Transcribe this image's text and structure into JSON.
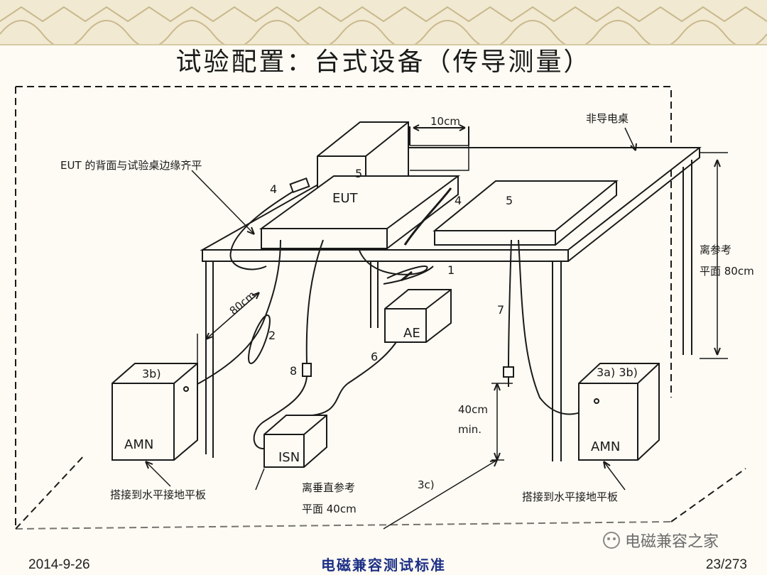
{
  "slide": {
    "title": "试验配置：台式设备（传导测量）",
    "date": "2014-9-26",
    "subject": "电磁兼容测试标准",
    "page": "23/273",
    "watermark": "电磁兼容之家"
  },
  "diagram": {
    "labels": {
      "eut_back_flush": "EUT 的背面与试验桌边缘齐平",
      "non_conductive_table": "非导电桌",
      "dist_10cm": "10cm",
      "eut": "EUT",
      "num_5_eut": "5",
      "num_5_table": "5",
      "num_4_left": "4",
      "num_4_right": "4",
      "num_1": "1",
      "num_2": "2",
      "num_7": "7",
      "num_8": "8",
      "num_6": "6",
      "dist_80cm": "80cm",
      "vert_ref_80_line1": "离参考",
      "vert_ref_80_line2": "平面 80cm",
      "ae": "AE",
      "amn_left_tag": "3b)",
      "amn_left": "AMN",
      "amn_right_tag": "3a) 3b)",
      "amn_right": "AMN",
      "isn": "ISN",
      "dist_40cm_line1": "40cm",
      "dist_40cm_line2": "min.",
      "bond_left": "搭接到水平接地平板",
      "bond_right": "搭接到水平接地平板",
      "vert_ref_40_line1": "离垂直参考",
      "vert_ref_40_line2": "平面 40cm",
      "tag_3c": "3c)"
    }
  },
  "colors": {
    "ink": "#1a1a1a",
    "banner": "#f1e9d2",
    "footer_center": "#1c2f86"
  }
}
